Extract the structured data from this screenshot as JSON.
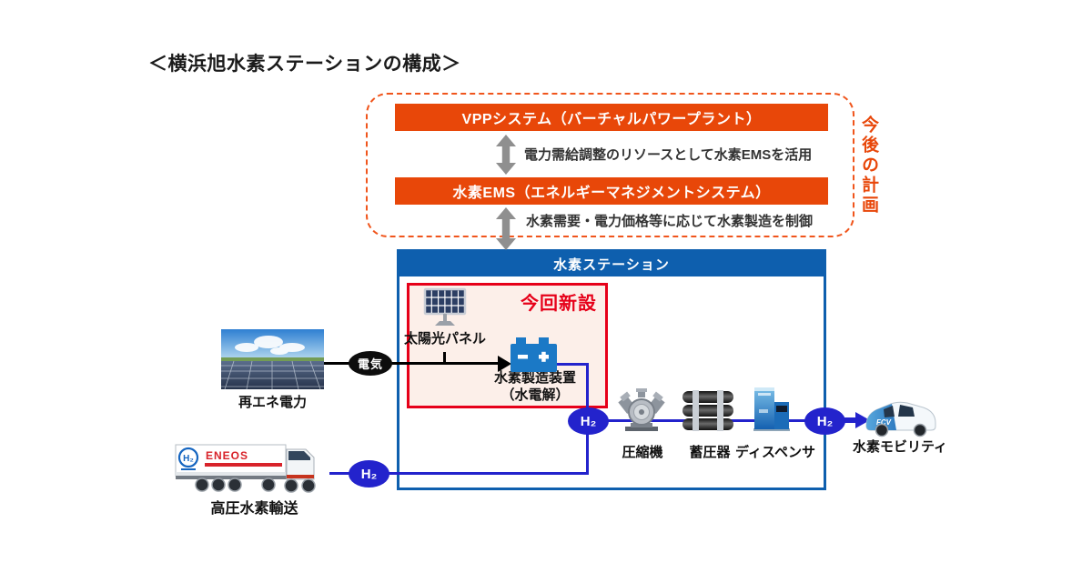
{
  "title": "＜横浜旭水素ステーションの構成＞",
  "colors": {
    "orange": "#e84709",
    "station_blue": "#0e5fae",
    "wire_blue": "#2323cc",
    "new_red": "#e60019",
    "gray_arrow": "#8f8f8f"
  },
  "future_plan": {
    "side_label": "今後の計画",
    "vpp_label": "VPPシステム（バーチャルパワープラント）",
    "vpp_ems_note": "電力需給調整のリソースとして水素EMSを活用",
    "ems_label": "水素EMS（エネルギーマネジメントシステム）",
    "ems_station_note": "水素需要・電力価格等に応じて水素製造を制御"
  },
  "station": {
    "header": "水素ステーション",
    "new_install": {
      "label": "今回新設",
      "solar_label": "太陽光パネル",
      "electrolyzer_line1": "水素製造装置",
      "electrolyzer_line2": "（水電解）"
    },
    "equipment": [
      {
        "label": "圧縮機",
        "icon": "compressor-icon"
      },
      {
        "label": "蓄圧器",
        "icon": "gas-cylinders-icon"
      },
      {
        "label": "ディスペンサ",
        "icon": "dispenser-icon"
      }
    ]
  },
  "supply": {
    "renewable_label": "再エネ電力",
    "electricity_badge": "電気",
    "h2_badge": "H₂",
    "truck_label": "高圧水素輸送",
    "truck_brand": "ENEOS",
    "truck_logo": "H₂"
  },
  "demand": {
    "car_label": "水素モビリティ",
    "car_body_text": "FCV"
  },
  "icons": {
    "vpp_ems_arrow": "up-down-arrow",
    "ems_station_arrow": "up-down-arrow",
    "solar_panel": "solar-panel",
    "electrolyzer": "battery",
    "renewable": "solar-farm-photo",
    "truck": "hydrogen-trailer-truck",
    "car": "fcv-car"
  }
}
